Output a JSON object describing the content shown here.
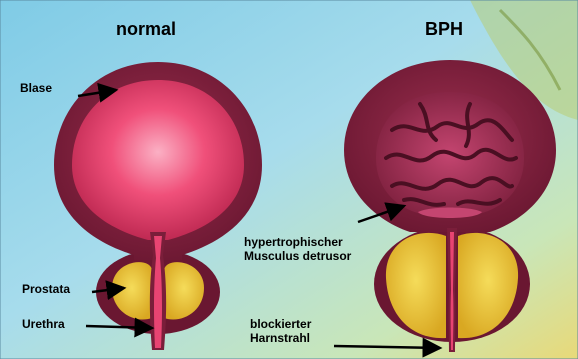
{
  "panels": {
    "normal": {
      "title": "normal"
    },
    "bph": {
      "title": "BPH"
    }
  },
  "labels": {
    "blase": "Blase",
    "prostata": "Prostata",
    "urethra": "Urethra",
    "detrusor_line1": "hypertrophischer",
    "detrusor_line2": "Musculus detrusor",
    "harnstrahl_line1": "blockierter",
    "harnstrahl_line2": "Harnstrahl"
  },
  "colors": {
    "background": "#8fd3e8",
    "bladder_wall": "#7a1e3a",
    "bladder_inner": "#f0507a",
    "prostate": "#ecc93a",
    "label_text": "#000000"
  }
}
